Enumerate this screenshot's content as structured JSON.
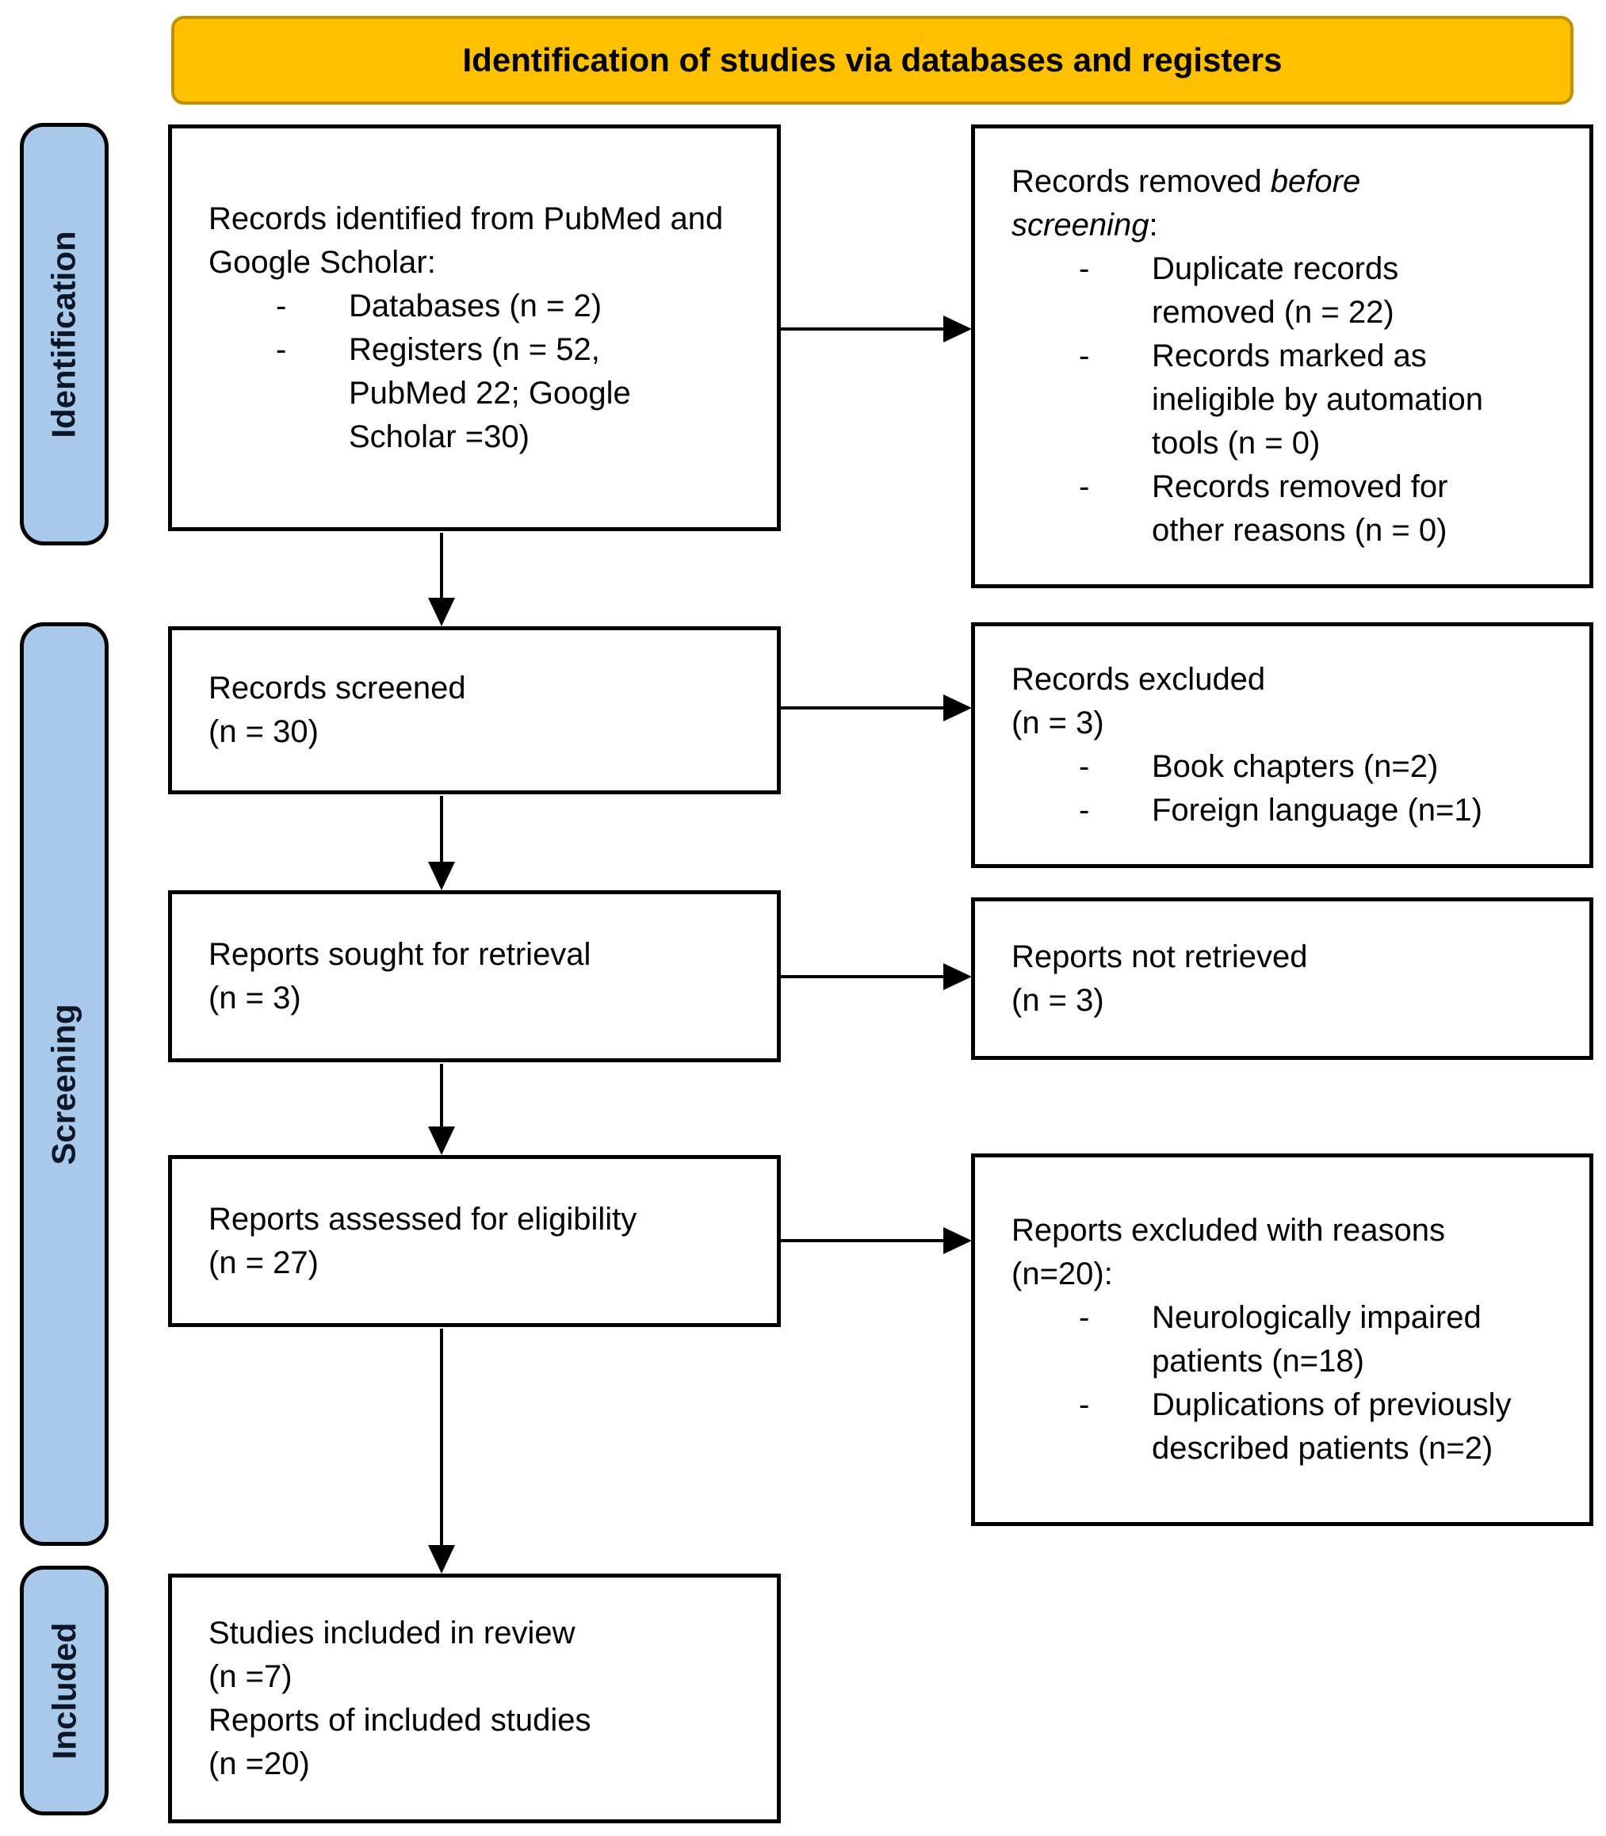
{
  "header": {
    "title": "Identification of studies via databases and registers"
  },
  "stages": [
    {
      "label": "Identification"
    },
    {
      "label": "Screening"
    },
    {
      "label": "Included"
    }
  ],
  "bullet_marker": "-",
  "boxes": {
    "identified": {
      "title": "Records identified from PubMed and Google Scholar:",
      "bullets": [
        "Databases (n = 2)",
        "Registers (n = 52, PubMed 22; Google Scholar =30)"
      ]
    },
    "removed": {
      "title_prefix": "Records removed ",
      "title_italic": "before screening",
      "title_suffix": ":",
      "bullets": [
        "Duplicate records removed (n = 22)",
        "Records marked as ineligible by automation tools (n = 0)",
        "Records removed for other reasons (n = 0)"
      ]
    },
    "screened": {
      "line1": "Records screened",
      "line2": "(n = 30)"
    },
    "excluded": {
      "line1": "Records excluded",
      "line2": "(n = 3)",
      "bullets": [
        "Book chapters (n=2)",
        "Foreign language (n=1)"
      ]
    },
    "sought": {
      "line1": "Reports sought for retrieval",
      "line2": "(n = 3)"
    },
    "not_retrieved": {
      "line1": "Reports not retrieved",
      "line2": "(n = 3)"
    },
    "assessed": {
      "line1": "Reports assessed for eligibility",
      "line2": "(n = 27)"
    },
    "reports_excluded": {
      "title": "Reports excluded with reasons (n=20):",
      "bullets": [
        "Neurologically impaired patients (n=18)",
        "Duplications of previously described patients (n=2)"
      ]
    },
    "included": {
      "line1": "Studies included in review",
      "line2": "(n =7)",
      "line3": "Reports of included studies",
      "line4": "(n =20)"
    }
  },
  "colors": {
    "banner_fill": "#FFC000",
    "banner_border": "#BF9000",
    "stage_fill": "#A9C9EA",
    "box_border": "#000000",
    "arrow": "#000000",
    "text": "#000000"
  }
}
